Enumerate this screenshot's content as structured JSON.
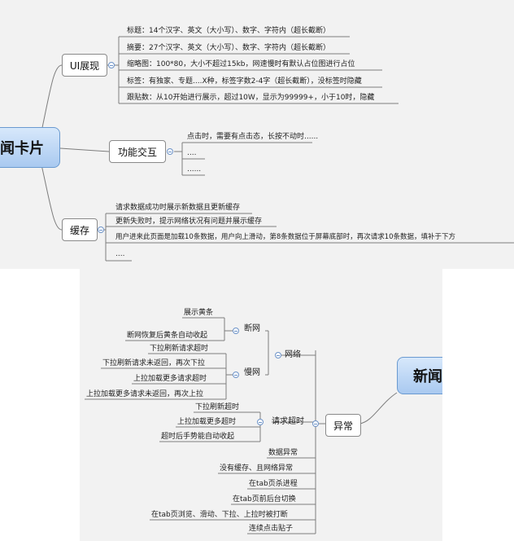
{
  "top": {
    "root": "闻卡片",
    "ui": {
      "label": "UI展现",
      "items": [
        "标题：14个汉字、英文（大小写）、数字、字符内（超长截断）",
        "摘要：27个汉字、英文（大小写）、数字、字符内（超长截断）",
        "缩略图：100*80，大小不超过15kb，网速慢时有默认占位图进行占位",
        "标签：有独家、专题....X种，标签字数2-4字（超长截断），没标签时隐藏",
        "跟贴数：从10开始进行展示，超过10W，显示为99999+，小于10时，隐藏"
      ]
    },
    "func": {
      "label": "功能交互",
      "items": [
        "点击时，需要有点击态，长按不动时......",
        "....",
        "......"
      ]
    },
    "cache": {
      "label": "缓存",
      "items": [
        "请求数据成功时展示新数据且更新缓存",
        "更新失败时，提示网络状况有问题并展示缓存",
        "用户进来此页面是加载10条数据，用户向上滑动，第8条数据位于屏幕底部时，再次请求10条数据，填补于下方",
        "...."
      ]
    }
  },
  "bottom": {
    "root": "新闻",
    "exception": {
      "label": "异常",
      "network": {
        "label": "网络",
        "disconnect": {
          "label": "断网",
          "items": [
            "展示黄条",
            "断网恢复后黄条自动收起"
          ]
        },
        "slow": {
          "label": "慢网",
          "items": [
            "下拉刷新请求超时",
            "下拉刷新请求未返回，再次下拉",
            "上拉加载更多请求超时",
            "上拉加载更多请求未返回，再次上拉"
          ]
        }
      },
      "timeout": {
        "label": "请求超时",
        "items": [
          "下拉刷新超时",
          "上拉加载更多超时",
          "超时后手势能自动收起"
        ]
      },
      "others": [
        "数据异常",
        "没有缓存、且网络异常",
        "在tab页杀进程",
        "在tab页前后台切换",
        "在tab页浏览、滑动、下拉、上拉时被打断",
        "连续点击贴子"
      ]
    }
  }
}
